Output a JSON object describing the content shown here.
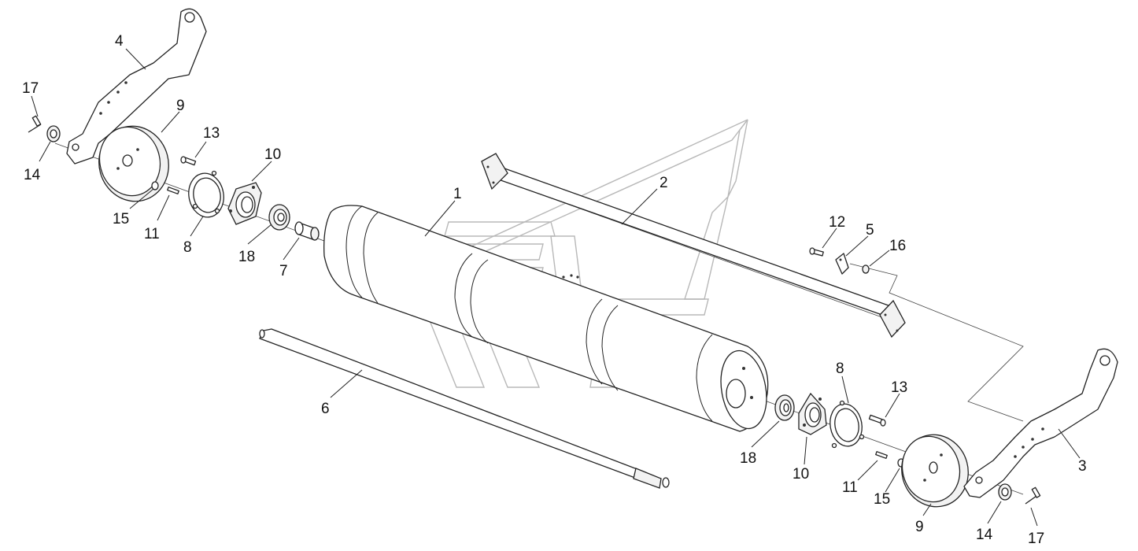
{
  "labels": [
    {
      "id": "lbl-4-left",
      "text": "4"
    },
    {
      "id": "lbl-17-left",
      "text": "17"
    },
    {
      "id": "lbl-9-left",
      "text": "9"
    },
    {
      "id": "lbl-14-left",
      "text": "14"
    },
    {
      "id": "lbl-13-left",
      "text": "13"
    },
    {
      "id": "lbl-10-left",
      "text": "10"
    },
    {
      "id": "lbl-15-left",
      "text": "15"
    },
    {
      "id": "lbl-11-left",
      "text": "11"
    },
    {
      "id": "lbl-8-left",
      "text": "8"
    },
    {
      "id": "lbl-18-left",
      "text": "18"
    },
    {
      "id": "lbl-7",
      "text": "7"
    },
    {
      "id": "lbl-1",
      "text": "1"
    },
    {
      "id": "lbl-2",
      "text": "2"
    },
    {
      "id": "lbl-12",
      "text": "12"
    },
    {
      "id": "lbl-5",
      "text": "5"
    },
    {
      "id": "lbl-16",
      "text": "16"
    },
    {
      "id": "lbl-6",
      "text": "6"
    },
    {
      "id": "lbl-8-right",
      "text": "8"
    },
    {
      "id": "lbl-13-right",
      "text": "13"
    },
    {
      "id": "lbl-3",
      "text": "3"
    },
    {
      "id": "lbl-18-right",
      "text": "18"
    },
    {
      "id": "lbl-10-right",
      "text": "10"
    },
    {
      "id": "lbl-11-right",
      "text": "11"
    },
    {
      "id": "lbl-15-right",
      "text": "15"
    },
    {
      "id": "lbl-9-right",
      "text": "9"
    },
    {
      "id": "lbl-14-right",
      "text": "14"
    },
    {
      "id": "lbl-17-right",
      "text": "17"
    }
  ]
}
